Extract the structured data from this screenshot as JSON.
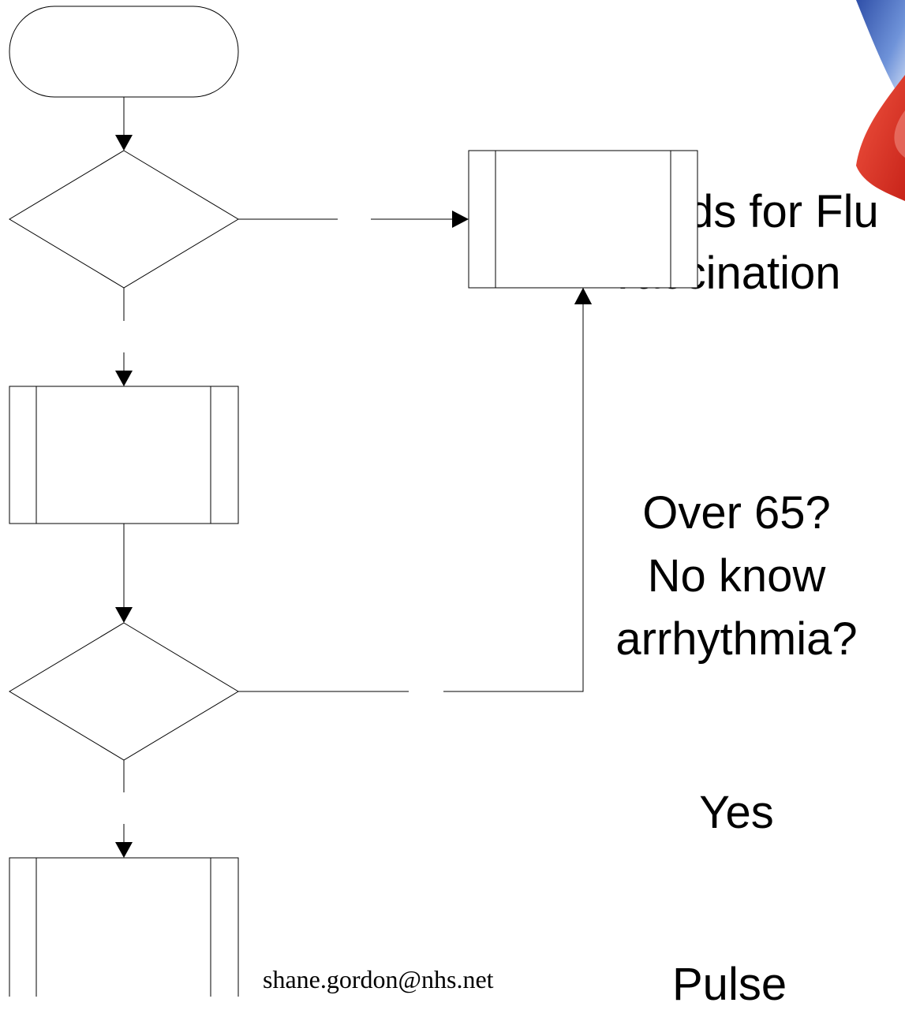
{
  "logo": {
    "colors": {
      "blue": "#4a74c9",
      "red": "#e8372c"
    }
  },
  "title": {
    "line1": "ds for Flu",
    "line2": "Vaccination"
  },
  "question": {
    "line1": "Over 65?",
    "line2": "No know",
    "line3": "arrhythmia?"
  },
  "labels": {
    "yes": "Yes",
    "pulse": "Pulse"
  },
  "footer": {
    "email": "shane.gordon@nhs.net"
  }
}
